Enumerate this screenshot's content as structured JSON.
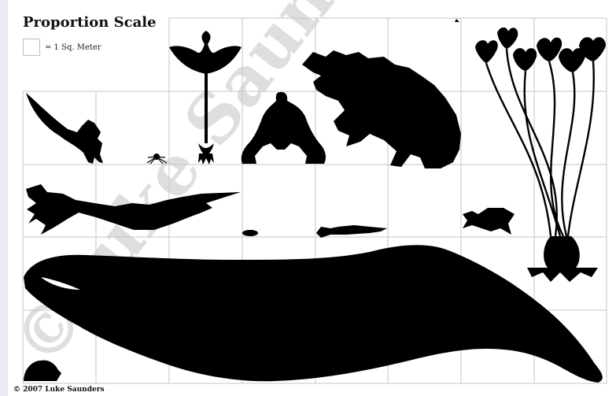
{
  "title": "Proportion Scale",
  "legend": {
    "label": "= 1 Sq. Meter"
  },
  "watermark": "©Luke Saunders",
  "copyright": "© 2007 Luke Saunders",
  "colors": {
    "background": "#ffffff",
    "grid": "#c8c8c8",
    "silhouette": "#000000",
    "watermark": "#d9d9d9"
  },
  "icons": [
    "coastal-serpent-silhouette",
    "spider-silhouette",
    "tall-flower-silhouette",
    "crouching-humanoid-silhouette",
    "kaiju-beast-silhouette",
    "lily-stalk-cluster-silhouette",
    "eel-serpent-silhouette",
    "small-fish-silhouette",
    "shark-silhouette",
    "spiny-fish-silhouette",
    "giant-whale-silhouette",
    "hedgehog-creature-silhouette"
  ]
}
